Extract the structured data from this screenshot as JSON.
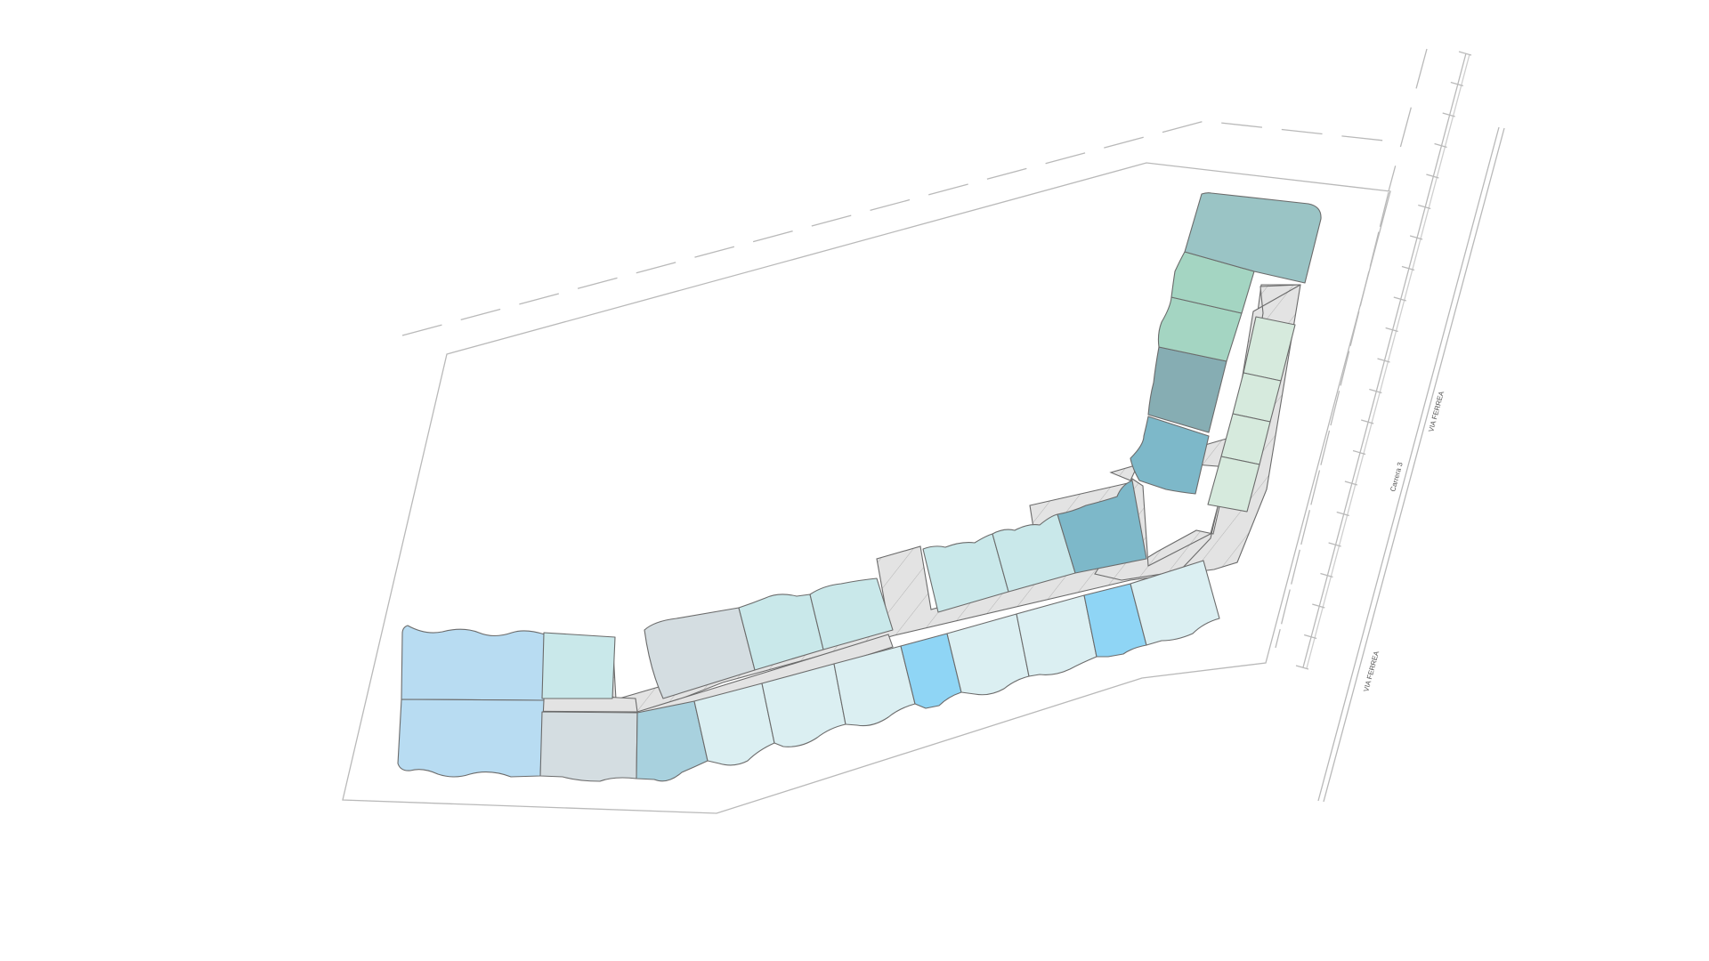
{
  "labels": {
    "via_ferrea_top": "VIA FERREA",
    "via_ferrea_bottom": "VIA FERREA",
    "carrera": "Carrera 3"
  },
  "colors": {
    "background": "#ffffff",
    "outline": "#b9b9b9",
    "lot_border": "#6b6b6b",
    "internal_road": "#e3e3e3",
    "lot_palette": {
      "light_blue": "#b8dcf2",
      "pale_cyan": "#c9e8ea",
      "grey_blue": "#d4dde1",
      "soft_blue": "#a8d1de",
      "very_pale_cyan": "#dbeff2",
      "sky_blue": "#8fd5f5",
      "teal": "#7db8c9",
      "slate_teal": "#86adb3",
      "mint": "#a4d5c2",
      "grey_teal": "#9ac4c5",
      "pale_mint": "#d6eadd"
    }
  }
}
